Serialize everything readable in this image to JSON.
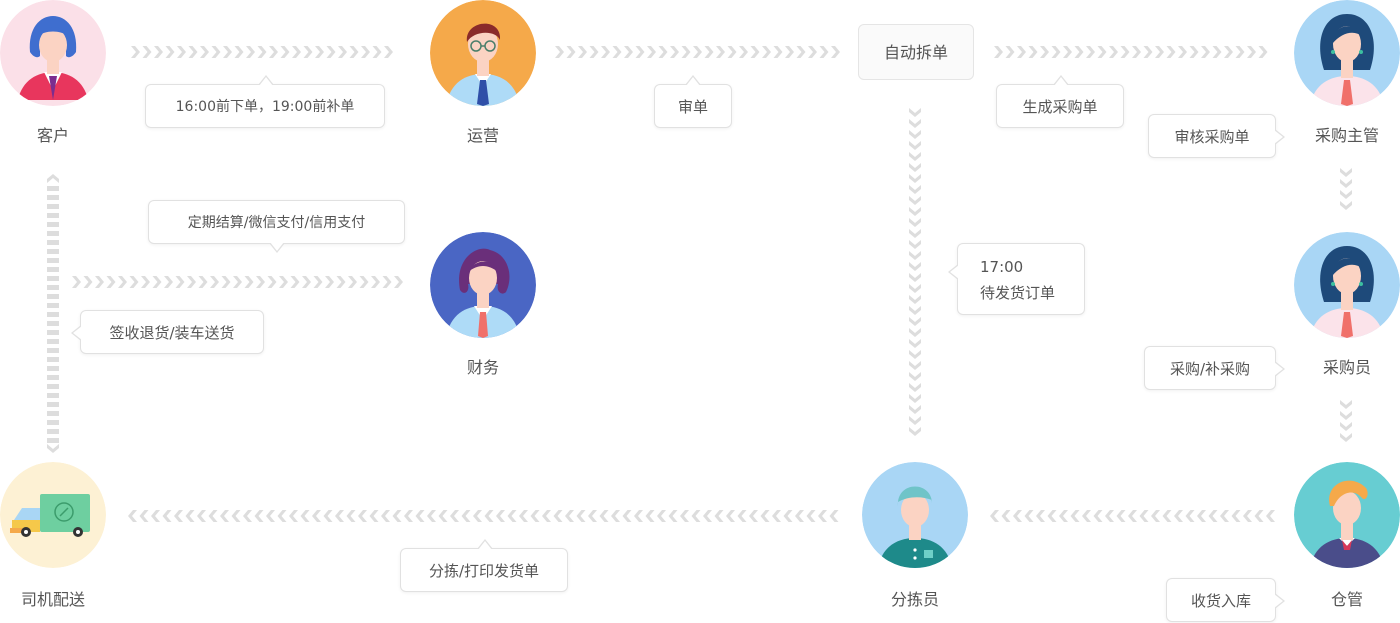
{
  "roles": {
    "customer": "客户",
    "operations": "运营",
    "finance": "财务",
    "purchase_manager": "采购主管",
    "buyer": "采购员",
    "warehouse": "仓管",
    "sorter": "分拣员",
    "driver": "司机配送"
  },
  "steps": {
    "order_time": "16:00前下单，19:00前补单",
    "review_order": "审单",
    "auto_split": "自动拆单",
    "generate_po": "生成采购单",
    "review_po": "审核采购单",
    "purchase": "采购/补采购",
    "receive_stock": "收货入库",
    "pending_time": "17:00",
    "pending_label": "待发货订单",
    "sort_print": "分拣/打印发货单",
    "sign_deliver": "签收退货/装车送货",
    "payment": "定期结算/微信支付/信用支付"
  },
  "colors": {
    "arrow": "#dddddd",
    "customer_bg": "#fbe0e8",
    "operations_bg": "#f5a94a",
    "finance_bg": "#4a66c4",
    "manager_bg": "#a9d6f5",
    "buyer_bg": "#a9d6f5",
    "warehouse_bg": "#67cdd2",
    "sorter_bg": "#a9d6f5",
    "driver_bg": "#fdf1d4"
  }
}
